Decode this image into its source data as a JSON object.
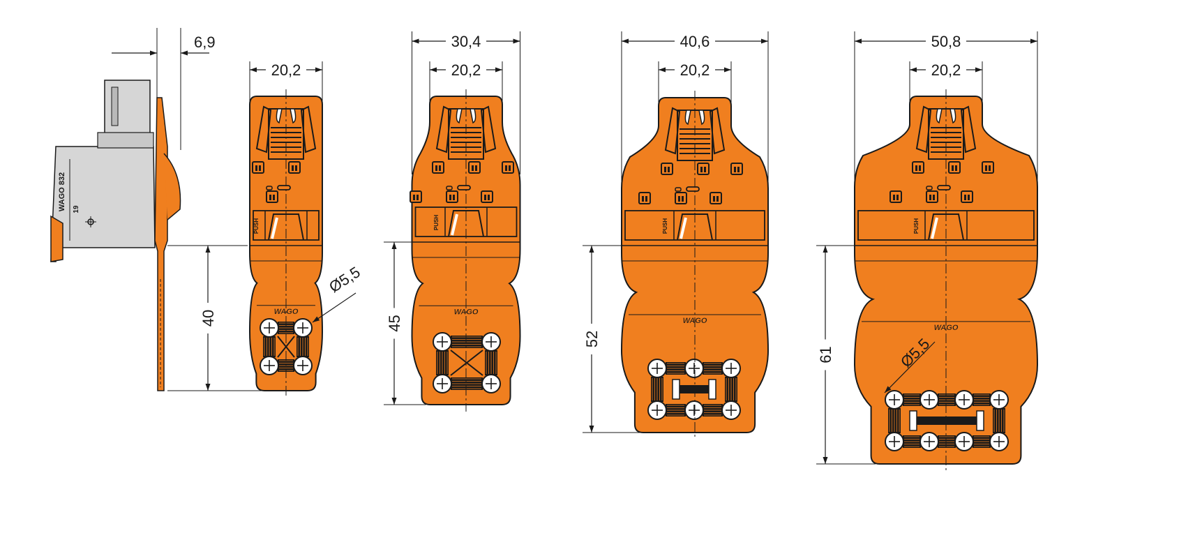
{
  "colors": {
    "plate": "#f07f1f",
    "outline": "#1a1a1a",
    "housing": "#d6d6d6",
    "housing_shade": "#b9b9b9",
    "hole": "#ffffff"
  },
  "side_view": {
    "dim_offset": "6,9",
    "dim_width": "20,2",
    "dim_height": "40",
    "dim_hole": "Ø5,5",
    "housing_label": "WAGO 832",
    "housing_label_2": "19"
  },
  "view_2": {
    "dim_total": "30,4",
    "dim_width": "20,2",
    "dim_height": "45"
  },
  "view_3": {
    "dim_total": "40,6",
    "dim_width": "20,2",
    "dim_height": "52"
  },
  "view_4": {
    "dim_total": "50,8",
    "dim_width": "20,2",
    "dim_height": "61",
    "dim_hole": "Ø5,5"
  },
  "logo_text": "WAGO",
  "marking_text": "PUSH"
}
